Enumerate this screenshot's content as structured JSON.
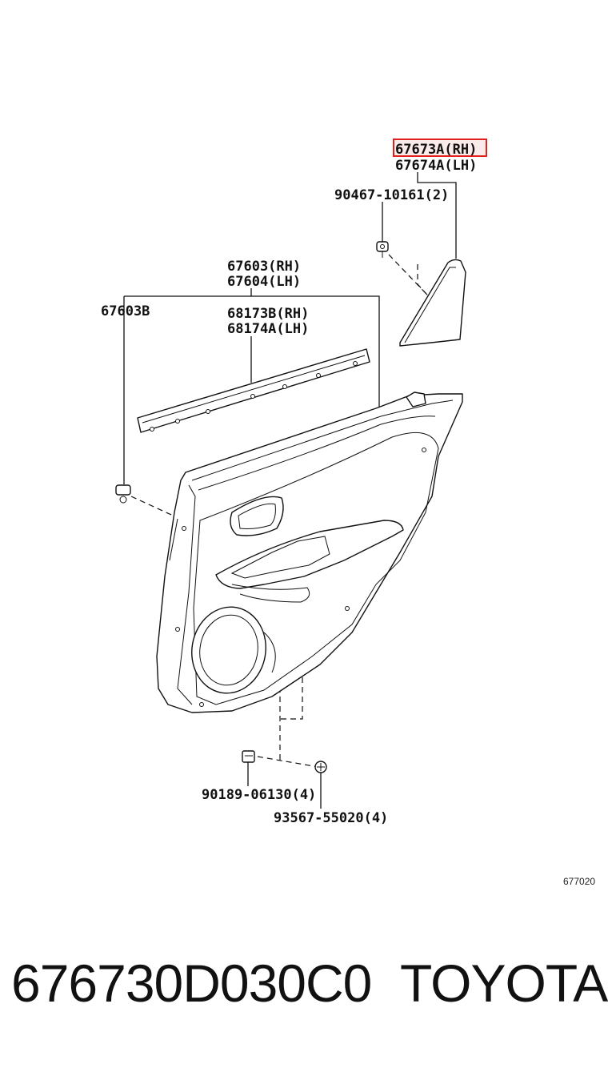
{
  "labels": {
    "p67673A": "67673A(RH)",
    "p67674A": "67674A(LH)",
    "p90467": "90467-10161(2)",
    "p67603": "67603(RH)",
    "p67604": "67604(LH)",
    "p67603B": "67603B",
    "p68173B": "68173B(RH)",
    "p68174A": "68174A(LH)",
    "p90189": "90189-06130(4)",
    "p93567": "93567-55020(4)"
  },
  "figure_code": "677020",
  "highlight_color": "#e0201b",
  "footer": {
    "part_number": "676730D030C0",
    "brand": "TOYOTA"
  }
}
